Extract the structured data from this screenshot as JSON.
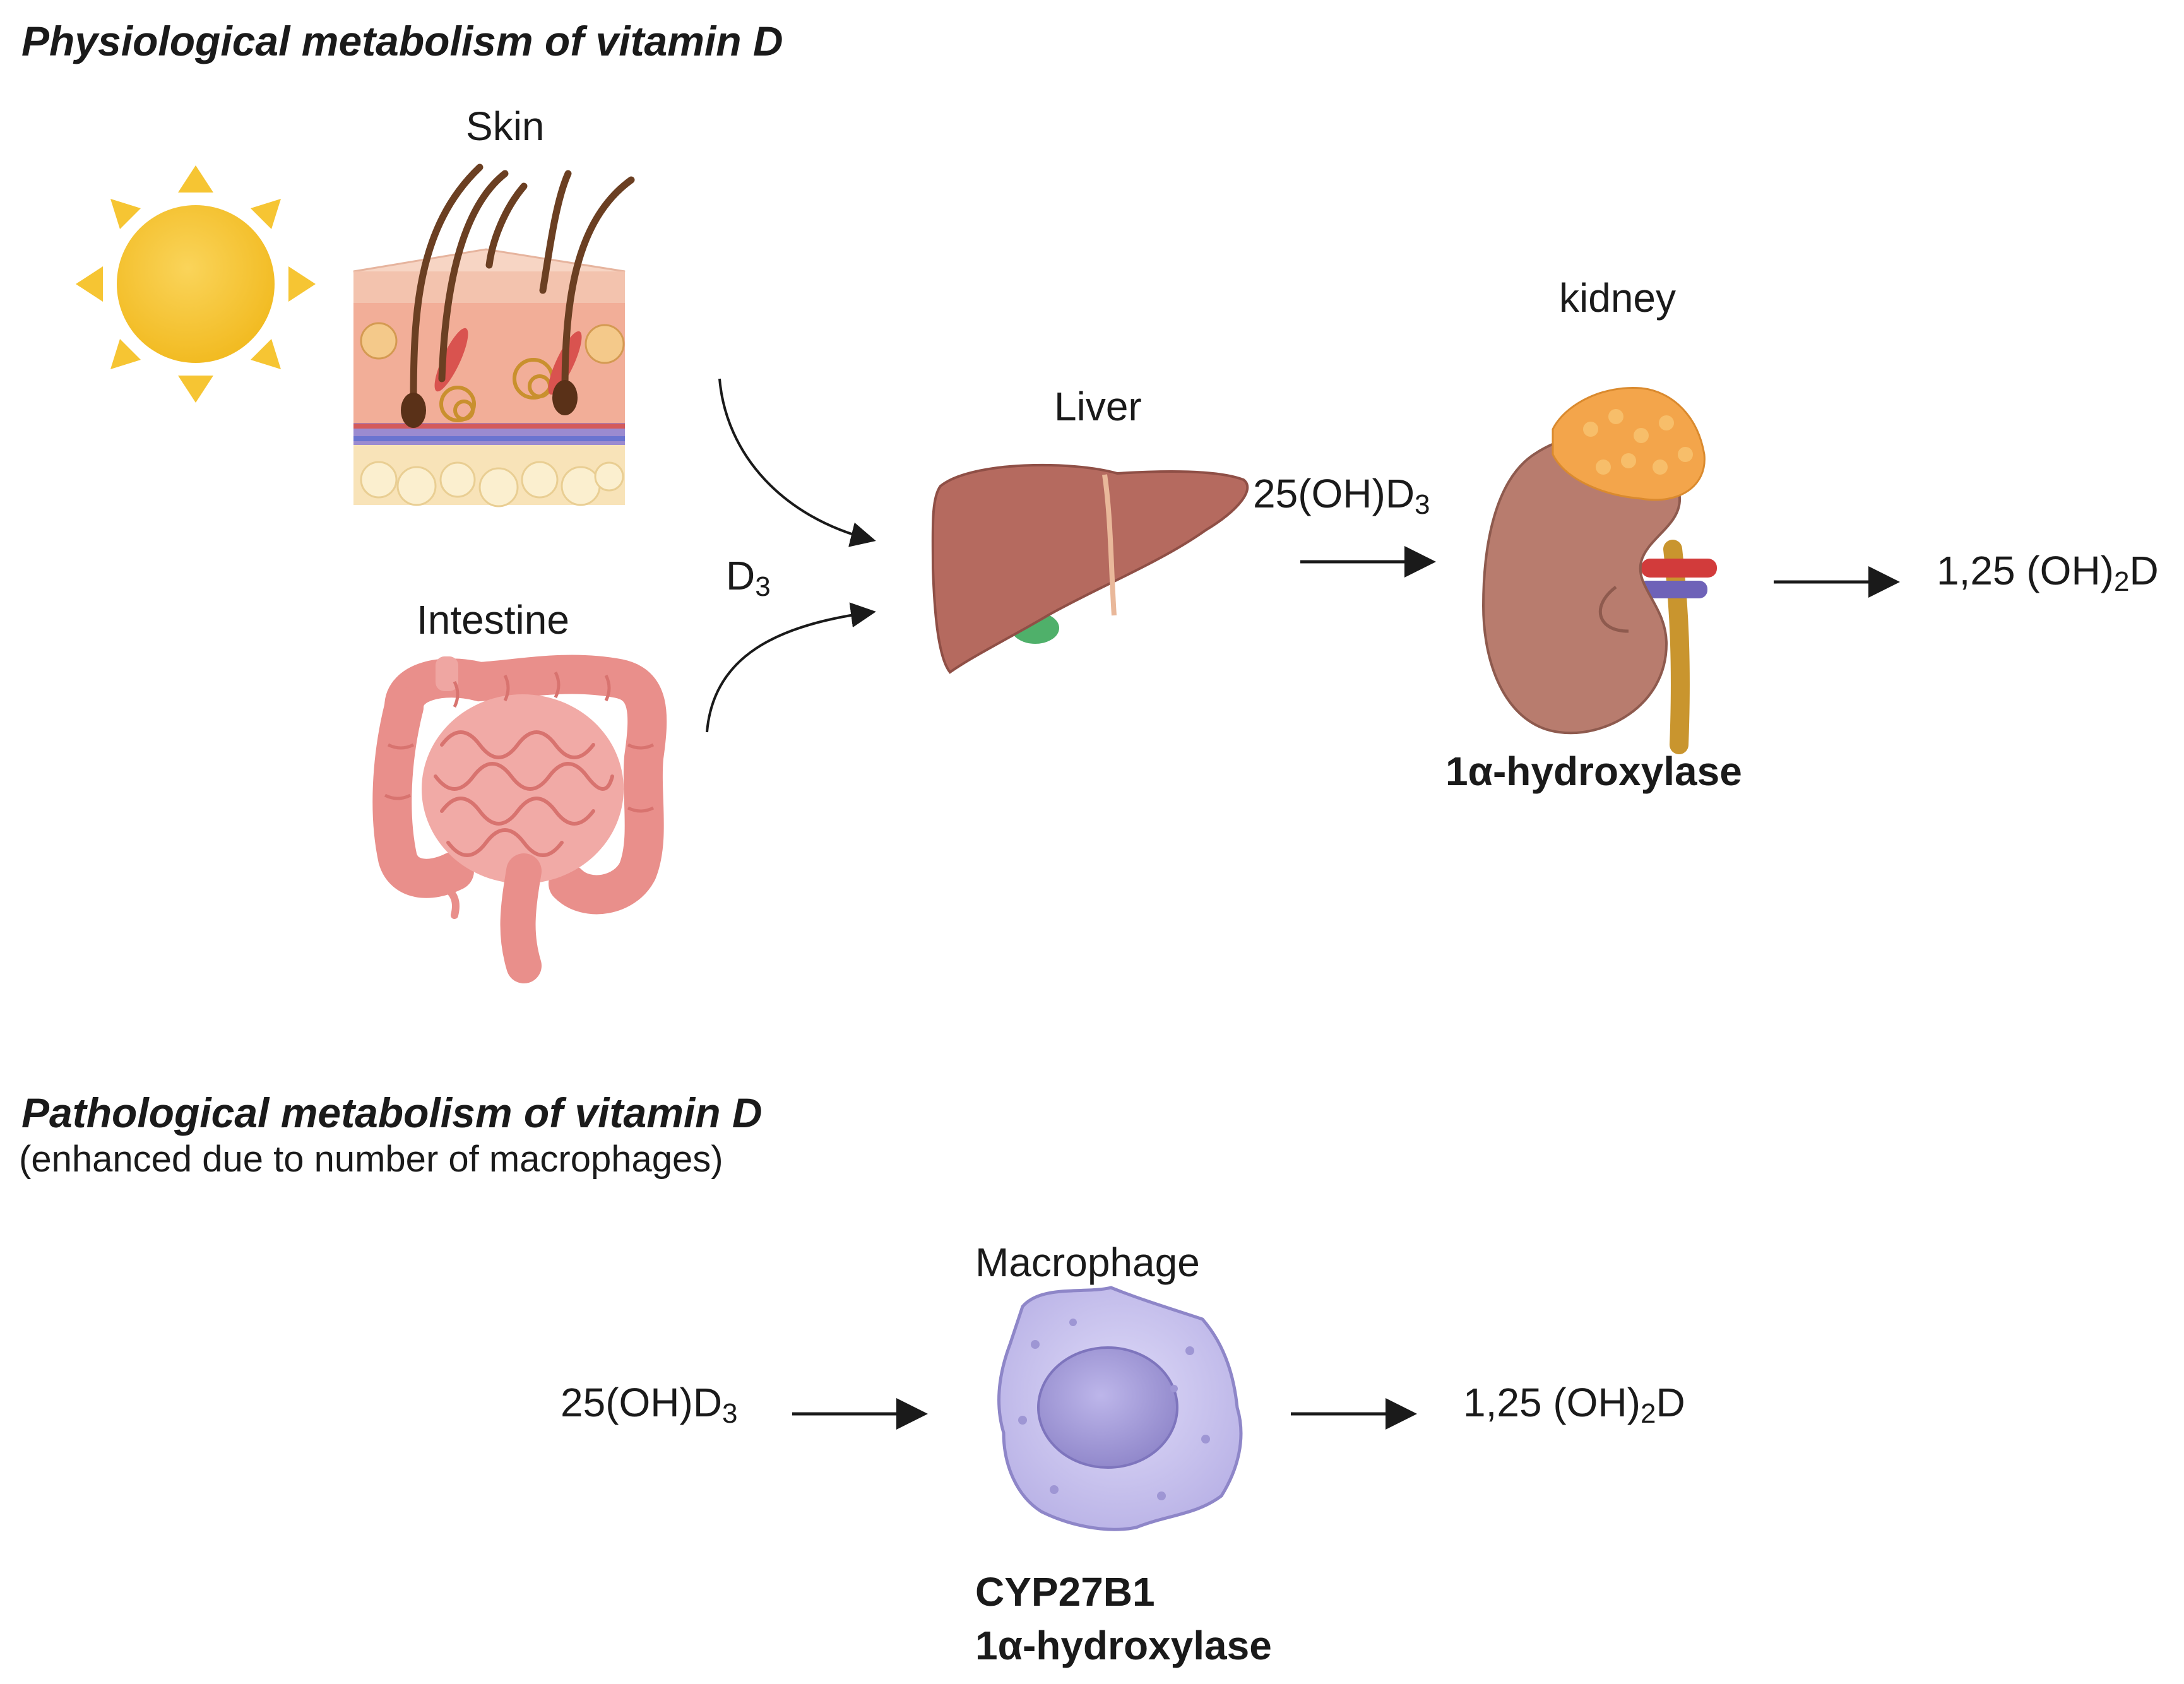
{
  "physiological": {
    "title": "Physiological metabolism of vitamin D",
    "skin_label": "Skin",
    "intestine_label": "Intestine",
    "liver_label": "Liver",
    "kidney_label": "kidney",
    "kidney_enzyme": "1α-hydroxylase",
    "d3": {
      "main": "D",
      "sub": "3"
    },
    "liver_product": {
      "main": "25(OH)D",
      "sub": "3"
    },
    "kidney_product": {
      "pre": "1,25 (OH)",
      "sub": "2",
      "post": "D"
    }
  },
  "pathological": {
    "title": "Pathological metabolism of vitamin D",
    "subtitle": "(enhanced due to number of macrophages)",
    "macrophage_label": "Macrophage",
    "input": {
      "main": "25(OH)D",
      "sub": "3"
    },
    "output": {
      "pre": "1,25 (OH)",
      "sub": "2",
      "post": "D"
    },
    "enzyme_line1": "CYP27B1",
    "enzyme_line2": "1α-hydroxylase"
  },
  "colors": {
    "sun": "#F6C533",
    "skin": "#F2B59A",
    "liver": "#B56A5F",
    "kidney": "#B87C6E",
    "adrenal": "#F3A54B",
    "intestine": "#EE9C98",
    "macrophage": "#C8C3EE",
    "nucleus": "#A39BD6",
    "arrow": "#1a1a1a"
  }
}
